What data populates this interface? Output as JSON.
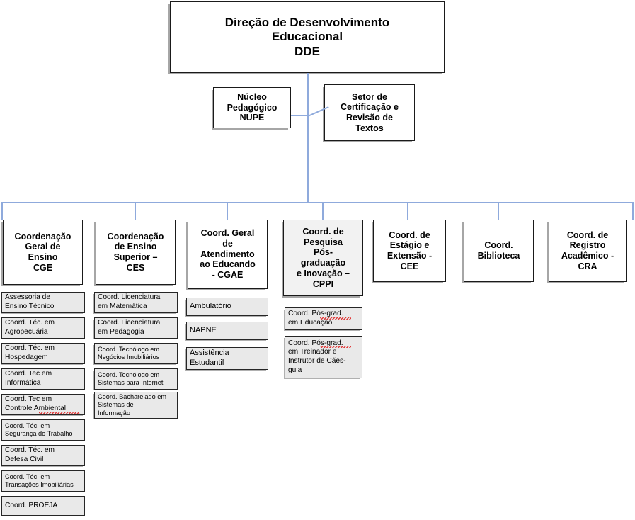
{
  "diagram": {
    "type": "organizational-chart",
    "title": "Direção de Desenvolvimento Educacional DDE",
    "language": "pt-BR",
    "colors": {
      "connector": "#8faadc",
      "box_border": "#1a1a1a",
      "box_fill": "#ffffff",
      "item_fill": "#e9e9e9",
      "shadow": "#a6a6a6",
      "spellcheck_underline": "#e03030"
    }
  },
  "root": {
    "label": "Direção de Desenvolvimento\nEducacional\nDDE"
  },
  "level2": [
    {
      "label": "Núcleo\nPedagógico\nNUPE"
    },
    {
      "label": "Setor de\nCertificação e\nRevisão de\nTextos"
    }
  ],
  "columns": [
    {
      "header": "Coordenação\nGeral de\nEnsino\nCGE",
      "items": [
        "Assessoria de\nEnsino Técnico",
        "Coord. Téc. em\nAgropecuária",
        "Coord. Téc. em\nHospedagem",
        "Coord. Tec em\nInformática",
        "Coord. Tec em\nControle Ambiental",
        "Coord. Téc. em\nSegurança do Trabalho",
        "Coord. Téc. em\nDefesa Civil",
        "Coord. Téc. em\nTransações Imobiliárias",
        "Coord. PROEJA"
      ]
    },
    {
      "header": "Coordenação\nde Ensino\nSuperior –\nCES",
      "items": [
        "Coord. Licenciatura\nem Matemática",
        "Coord. Licenciatura\nem Pedagogia",
        "Coord. Tecnólogo em\nNegócios Imobiliários",
        "Coord. Tecnólogo em\nSistemas para Internet",
        "Coord. Bacharelado em\nSistemas de\nInformação"
      ]
    },
    {
      "header": "Coord. Geral\nde\nAtendimento\nao Educando\n- CGAE",
      "items": [
        "Ambulatório",
        "NAPNE",
        "Assistência\nEstudantil"
      ]
    },
    {
      "header": "Coord. de\nPesquisa\nPós-\ngraduação\ne Inovação –\nCPPI",
      "items": [
        "Coord. Pós-grad.\nem Educação",
        "Coord. Pós-grad.\nem Treinador e\nInstrutor de Cães-\nguia"
      ]
    },
    {
      "header": "Coord. de\nEstágio e\nExtensão -\nCEE",
      "items": []
    },
    {
      "header": "Coord.\nBiblioteca",
      "items": []
    },
    {
      "header": "Coord. de\nRegistro\nAcadêmico -\nCRA",
      "items": []
    }
  ]
}
